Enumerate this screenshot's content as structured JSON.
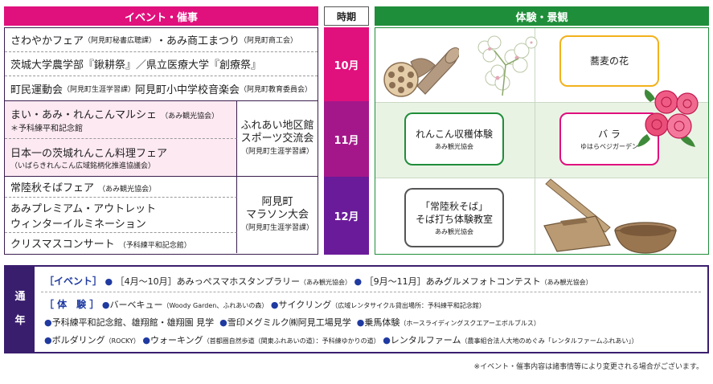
{
  "events": {
    "header": "イベント・催事",
    "oct": [
      {
        "main": "さわやかフェア",
        "org": "（阿見町秘書広聴課）",
        "main2": "・あみ商工まつり",
        "org2": "（阿見町商工会）"
      },
      {
        "main": "茨城大学農学部『鍬耕祭』／県立医療大学『創療祭』"
      },
      {
        "main": "町民運動会",
        "org": "（阿見町生涯学習課）",
        "main2": " 阿見町小中学校音楽会",
        "org2": "（阿見町教育委員会）"
      }
    ],
    "nov_left": [
      {
        "main": "まい・あみ・れんこんマルシェ",
        "org": "（あみ観光協会）",
        "sub": "＊予科練平和記念館"
      },
      {
        "main": "日本一の茨城れんこん料理フェア",
        "sub": "（いばらきれんこん広域銘柄化推進協議会）"
      }
    ],
    "nov_side": {
      "line1": "ふれあい地区館",
      "line2": "スポーツ交流会",
      "org": "（阿見町生涯学習課）"
    },
    "dec_left": [
      {
        "main": "常陸秋そばフェア",
        "org": "（あみ観光協会）"
      },
      {
        "main": "あみプレミアム・アウトレット",
        "main_b": "ウィンターイルミネーション"
      },
      {
        "main": "クリスマスコンサート",
        "org": "（予科練平和記念館）"
      }
    ],
    "dec_side": {
      "line1": "阿見町",
      "line2": "マラソン大会",
      "org": "（阿見町生涯学習課）"
    }
  },
  "months": {
    "header": "時期",
    "items": [
      "10月",
      "11月",
      "12月"
    ],
    "colors": [
      "#e0107d",
      "#a4178a",
      "#6a1b9a"
    ]
  },
  "experience": {
    "header": "体験・景観",
    "cards": {
      "soba_flower": {
        "main": "蕎麦の花"
      },
      "renkon": {
        "main": "れんこん収穫体験",
        "sub": "あみ観光協会"
      },
      "rose": {
        "main": "バ ラ",
        "sub": "ゆはらベジガーデン"
      },
      "soba_making": {
        "main1": "「常陸秋そば」",
        "main2": "そば打ち体験教室",
        "sub": "あみ観光協会"
      }
    },
    "colors": {
      "yellow": "#f2b21b",
      "green": "#1f8e3a",
      "pink": "#e0107d",
      "panel_bg": "#e9f3e4"
    }
  },
  "year_round": {
    "label1": "通",
    "label2": "年",
    "events_cat": "［イベント］",
    "ev1": "［4月～10月］あみっぺスマホスタンプラリー",
    "ev1_org": "（あみ観光協会）",
    "ev2": "［9月～11月］あみグルメフォトコンテスト",
    "ev2_org": "（あみ観光協会）",
    "exp_cat": "［ 体　験 ］",
    "x1": "バーベキュー",
    "x1_org": "（Woody Garden、ふれあいの森）",
    "x2": "サイクリング",
    "x2_org": "（広域レンタサイクル貸出場所：予科練平和記念館）",
    "x3": "予科練平和記念館、雄翔館・雄翔園 見学",
    "x4": "雪印メグミルク㈱阿見工場見学",
    "x5": "乗馬体験",
    "x5_org": "（ホースライディングスクエアーエボルブルス）",
    "x6": "ボルダリング",
    "x6_org": "（ROCKY）",
    "x7": "ウォーキング",
    "x7_org": "（首都圏自然歩道（関東ふれあいの道）：予科練ゆかりの道）",
    "x8": "レンタルファーム",
    "x8_org": "（農事組合法人大地のめぐみ「レンタルファームふれあい」）",
    "dot": "●"
  },
  "note": "※イベント・催事内容は諸事情等により変更される場合がございます。"
}
